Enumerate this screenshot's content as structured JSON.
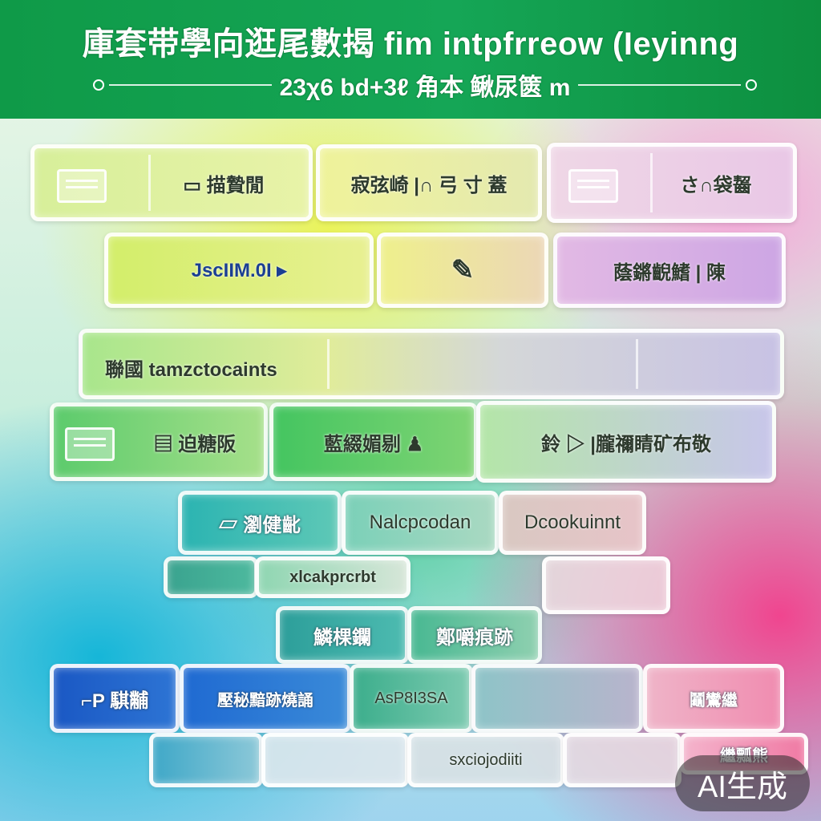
{
  "header": {
    "title": "庫套带學向逛尾數揭 fim  intpfrreow (Ieyinng",
    "subtitle": "23χ6 bd+3ℓ 角本 鳅尿篋 m"
  },
  "rows": [
    {
      "boxes": [
        {
          "label": "▭ 描贄閒",
          "icon": "document-icon"
        },
        {
          "label": "寂弦崎 |∩ 弓 寸 蓋",
          "icon": ""
        },
        {
          "label": "さ∩袋齧",
          "icon": "folder-icon"
        }
      ]
    },
    {
      "boxes": [
        {
          "label": "JscIIM.0I ▸",
          "icon": ""
        },
        {
          "label": "",
          "icon": "pen-icon"
        },
        {
          "label": "蔭鏘齯鰭 | 陳 ",
          "icon": ""
        }
      ]
    },
    {
      "boxes": [
        {
          "label": "聯國 tamzctocaints",
          "icon": ""
        },
        {
          "label": "",
          "icon": ""
        },
        {
          "label": "",
          "icon": ""
        }
      ]
    },
    {
      "boxes": [
        {
          "label": "▤ 迫糖阪",
          "icon": "list-icon"
        },
        {
          "label": "藍綴媚剔 ♟",
          "icon": ""
        },
        {
          "label": "鈴 ▷ |朧禰睛矿布敬",
          "icon": ""
        }
      ]
    },
    {
      "boxes": [
        {
          "label": "▱ 瀏健齔",
          "icon": ""
        },
        {
          "label": "Nalcpcodan",
          "icon": ""
        },
        {
          "label": "Dcookuinnt",
          "icon": ""
        }
      ]
    },
    {
      "boxes": [
        {
          "label": "",
          "icon": ""
        },
        {
          "label": "xlcakprcrbt",
          "icon": ""
        },
        {
          "label": "",
          "icon": ""
        }
      ]
    },
    {
      "boxes": [
        {
          "label": "鱗棵鑭",
          "icon": ""
        },
        {
          "label": "鄭嚼痕跡",
          "icon": ""
        }
      ]
    },
    {
      "boxes": [
        {
          "label": "⌐P 騏黼",
          "icon": ""
        },
        {
          "label": "壓秘黯跡燒誦",
          "icon": ""
        },
        {
          "label": "AsP8I3SA",
          "icon": ""
        },
        {
          "label": "",
          "icon": ""
        },
        {
          "label": "鬮鸞繼",
          "icon": ""
        }
      ]
    },
    {
      "boxes": [
        {
          "label": "",
          "icon": ""
        },
        {
          "label": "",
          "icon": ""
        },
        {
          "label": "sxciojodiiti",
          "icon": ""
        },
        {
          "label": "",
          "icon": ""
        },
        {
          "label": "繼瓢熊",
          "icon": ""
        }
      ]
    }
  ],
  "watermark": "AI生成",
  "colors": {
    "header": "#15a656",
    "yellow": "#eaf35a",
    "green": "#3cc85a",
    "teal": "#3fb6a8",
    "blue": "#1e5fc9",
    "pink": "#f0458f",
    "lavender": "#c9a8e6"
  }
}
